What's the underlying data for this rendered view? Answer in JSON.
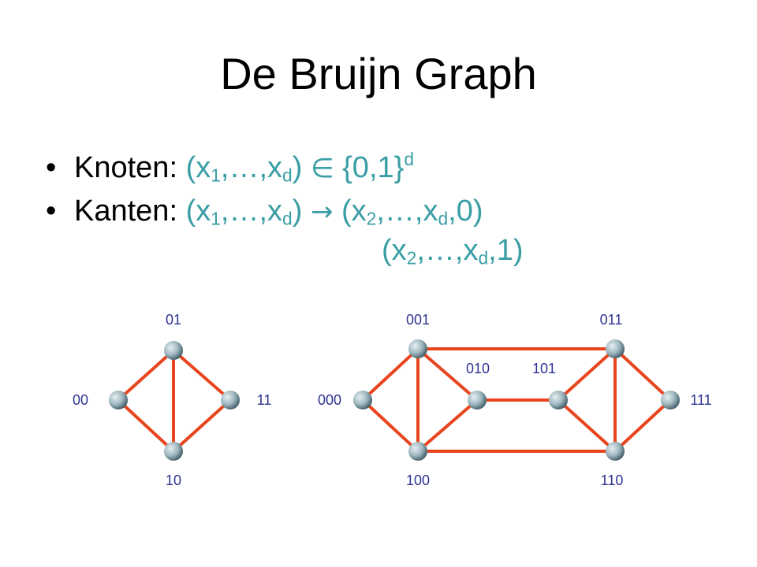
{
  "slide": {
    "title": "De Bruijn Graph",
    "bullet_char": "•",
    "line1": {
      "label": "Knoten: ",
      "parts": [
        "(x",
        "1",
        ",…,x",
        "d",
        ") ",
        "∈",
        " {0,1}",
        "d"
      ]
    },
    "line2": {
      "label": "Kanten: ",
      "parts": [
        "(x",
        "1",
        ",…,x",
        "d",
        ") ",
        "→",
        " (x",
        "2",
        ",…,x",
        "d",
        ",0)"
      ]
    },
    "line3": {
      "parts": [
        "(x",
        "2",
        ",…,x",
        "d",
        ",1)"
      ]
    }
  },
  "colors": {
    "edge": "#e8451e",
    "accent": "#3a9ea5",
    "label": "#2e3492",
    "node_light": "#e6eff2",
    "node_dark": "#3f5a66"
  },
  "graphs": [
    {
      "nodes": [
        {
          "id": "01",
          "label": "01"
        },
        {
          "id": "00",
          "label": "00"
        },
        {
          "id": "11",
          "label": "11"
        },
        {
          "id": "10",
          "label": "10"
        }
      ],
      "edges": [
        [
          "00",
          "01"
        ],
        [
          "01",
          "11"
        ],
        [
          "00",
          "10"
        ],
        [
          "10",
          "11"
        ],
        [
          "01",
          "10"
        ]
      ]
    },
    {
      "nodes": [
        {
          "id": "001",
          "label": "001"
        },
        {
          "id": "011",
          "label": "011"
        },
        {
          "id": "000",
          "label": "000"
        },
        {
          "id": "010",
          "label": "010"
        },
        {
          "id": "101",
          "label": "101"
        },
        {
          "id": "111",
          "label": "111"
        },
        {
          "id": "100",
          "label": "100"
        },
        {
          "id": "110",
          "label": "110"
        }
      ],
      "edges": [
        [
          "000",
          "001"
        ],
        [
          "000",
          "100"
        ],
        [
          "001",
          "011"
        ],
        [
          "001",
          "100"
        ],
        [
          "001",
          "010"
        ],
        [
          "010",
          "100"
        ],
        [
          "010",
          "101"
        ],
        [
          "101",
          "011"
        ],
        [
          "101",
          "110"
        ],
        [
          "011",
          "110"
        ],
        [
          "011",
          "111"
        ],
        [
          "110",
          "111"
        ],
        [
          "100",
          "110"
        ]
      ]
    }
  ]
}
